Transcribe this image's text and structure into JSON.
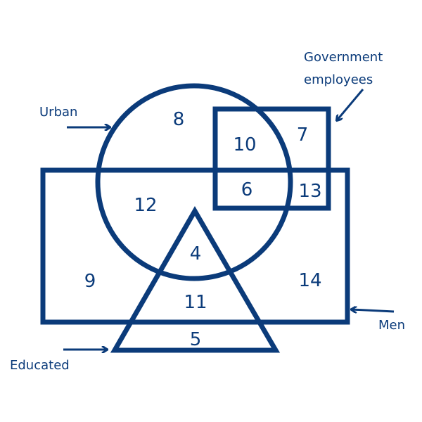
{
  "labels": {
    "urban": "Urban",
    "government_line1": "Government",
    "government_line2": "employees",
    "men": "Men",
    "educated": "Educated"
  },
  "regions": {
    "urban_only": "8",
    "urban_gov": "10",
    "gov_only": "7",
    "urban_gov_men": "6",
    "gov_men": "13",
    "urban_men": "12",
    "urban_men_educated": "4",
    "men_only": "9",
    "men_right": "14",
    "men_educated": "11",
    "educated_only": "5"
  },
  "colors": {
    "stroke": "#0b3b7a"
  }
}
